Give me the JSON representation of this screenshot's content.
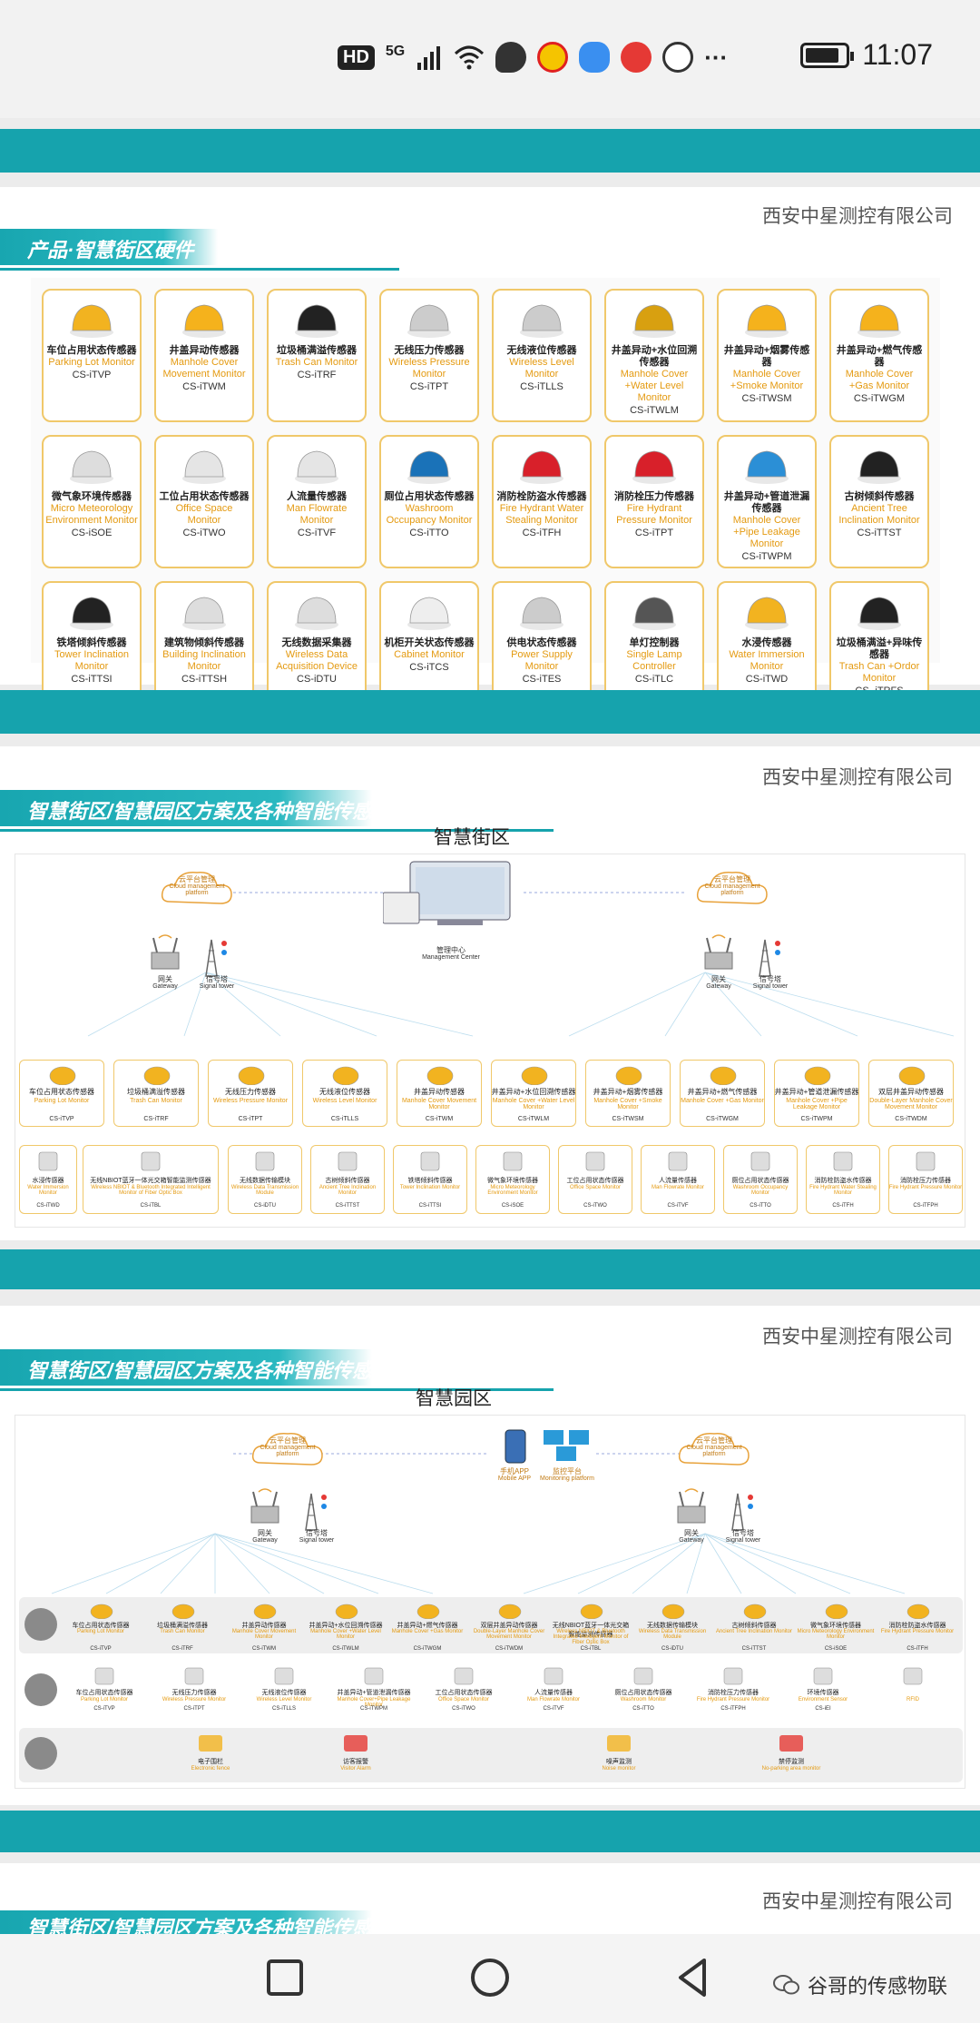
{
  "status_bar": {
    "hd": "HD",
    "net": "5G",
    "time": "11:07",
    "more": "···"
  },
  "company_name": "西安中星测控有限公司",
  "slide1": {
    "ribbon": "产品·智慧街区硬件",
    "products": [
      {
        "cn": "车位占用状态传感器",
        "en": "Parking Lot Monitor",
        "code": "CS-iTVP",
        "color": "#f2b320"
      },
      {
        "cn": "井盖异动传感器",
        "en": "Manhole Cover Movement Monitor",
        "code": "CS-iTWM",
        "color": "#f5b21c"
      },
      {
        "cn": "垃圾桶满溢传感器",
        "en": "Trash Can Monitor",
        "code": "CS-iTRF",
        "color": "#222222"
      },
      {
        "cn": "无线压力传感器",
        "en": "Wireless Pressure Monitor",
        "code": "CS-iTPT",
        "color": "#cccccc"
      },
      {
        "cn": "无线液位传感器",
        "en": "Wireless Level Monitor",
        "code": "CS-iTLLS",
        "color": "#cccccc"
      },
      {
        "cn": "井盖异动+水位回溯传感器",
        "en": "Manhole Cover +Water Level Monitor",
        "code": "CS-iTWLM",
        "color": "#d8a010"
      },
      {
        "cn": "井盖异动+烟雾传感器",
        "en": "Manhole Cover +Smoke Monitor",
        "code": "CS-iTWSM",
        "color": "#f5b21c"
      },
      {
        "cn": "井盖异动+燃气传感器",
        "en": "Manhole Cover +Gas Monitor",
        "code": "CS-iTWGM",
        "color": "#f5b21c"
      },
      {
        "cn": "微气象环境传感器",
        "en": "Micro Meteorology Environment Monitor",
        "code": "CS-iSOE",
        "color": "#dddddd"
      },
      {
        "cn": "工位占用状态传感器",
        "en": "Office Space Monitor",
        "code": "CS-iTWO",
        "color": "#e5e5e5"
      },
      {
        "cn": "人流量传感器",
        "en": "Man Flowrate Monitor",
        "code": "CS-iTVF",
        "color": "#e5e5e5"
      },
      {
        "cn": "厕位占用状态传感器",
        "en": "Washroom Occupancy Monitor",
        "code": "CS-iTTO",
        "color": "#1a72b8"
      },
      {
        "cn": "消防栓防盗水传感器",
        "en": "Fire Hydrant Water Stealing Monitor",
        "code": "CS-iTFH",
        "color": "#d8202a"
      },
      {
        "cn": "消防栓压力传感器",
        "en": "Fire Hydrant Pressure Monitor",
        "code": "CS-iTPT",
        "color": "#d8202a"
      },
      {
        "cn": "井盖异动+管道泄漏传感器",
        "en": "Manhole Cover +Pipe Leakage Monitor",
        "code": "CS-iTWPM",
        "color": "#2b8fd6"
      },
      {
        "cn": "古树倾斜传感器",
        "en": "Ancient Tree Inclination Monitor",
        "code": "CS-iTTST",
        "color": "#222222"
      },
      {
        "cn": "铁塔倾斜传感器",
        "en": "Tower Inclination Monitor",
        "code": "CS-iTTSI",
        "color": "#222222"
      },
      {
        "cn": "建筑物倾斜传感器",
        "en": "Building Inclination Monitor",
        "code": "CS-iTTSH",
        "color": "#dddddd"
      },
      {
        "cn": "无线数据采集器",
        "en": "Wireless Data Acquisition Device",
        "code": "CS-iDTU",
        "color": "#dddddd"
      },
      {
        "cn": "机柜开关状态传感器",
        "en": "Cabinet Monitor",
        "code": "CS-iTCS",
        "color": "#eeeeee"
      },
      {
        "cn": "供电状态传感器",
        "en": "Power Supply Monitor",
        "code": "CS-iTES",
        "color": "#cccccc"
      },
      {
        "cn": "单灯控制器",
        "en": "Single Lamp Controller",
        "code": "CS-iTLC",
        "color": "#555555"
      },
      {
        "cn": "水浸传感器",
        "en": "Water Immersion Monitor",
        "code": "CS-iTWD",
        "color": "#f2b320"
      },
      {
        "cn": "垃圾桶满溢+异味传感器",
        "en": "Trash Can +Ordor Monitor",
        "code": "CS- iTRFS",
        "color": "#222222"
      }
    ]
  },
  "slide2": {
    "ribbon": "智慧街区/智慧园区方案及各种智能传感器",
    "title": "智慧街区",
    "cloud_cn": "云平台管理",
    "cloud_en": "Cloud management platform",
    "center_cn": "管理中心",
    "center_en": "Management Center",
    "gateway_cn": "网关",
    "gateway_en": "Gateway",
    "tower_cn": "信号塔",
    "tower_en": "Signal tower",
    "row1": [
      {
        "cn": "车位占用状态传感器",
        "en": "Parking Lot Monitor",
        "code": "CS-iTVP"
      },
      {
        "cn": "垃圾桶满溢传感器",
        "en": "Trash Can Monitor",
        "code": "CS-iTRF"
      },
      {
        "cn": "无线压力传感器",
        "en": "Wireless Pressure Monitor",
        "code": "CS-iTPT"
      },
      {
        "cn": "无线液位传感器",
        "en": "Wireless Level Monitor",
        "code": "CS-iTLLS"
      },
      {
        "cn": "井盖异动传感器",
        "en": "Manhole Cover Movement Monitor",
        "code": "CS-iTWM"
      },
      {
        "cn": "井盖异动+水位回溯传感器",
        "en": "Manhole Cover +Water Level Monitor",
        "code": "CS-iTWLM"
      },
      {
        "cn": "井盖异动+烟雾传感器",
        "en": "Manhole Cover +Smoke Monitor",
        "code": "CS-iTWSM"
      },
      {
        "cn": "井盖异动+燃气传感器",
        "en": "Manhole Cover +Gas Monitor",
        "code": "CS-iTWGM"
      },
      {
        "cn": "井盖异动+管道泄漏传感器",
        "en": "Manhole Cover +Pipe Leakage Monitor",
        "code": "CS-iTWPM"
      },
      {
        "cn": "双层井盖异动传感器",
        "en": "Double-Layer Manhole Cover Movement Monitor",
        "code": "CS-iTWDM"
      }
    ],
    "row2": [
      {
        "cn": "水浸传感器",
        "en": "Water Immersion Monitor",
        "code": "CS-iTWD"
      },
      {
        "cn": "无线NBIOT蓝牙一体光交箱智能监测传感器",
        "en": "Wireless NBIOT & Bluetooth Integrated Intelligent Monitor of Fiber Optic Box",
        "code": "CS-iTBL"
      },
      {
        "cn": "无线数据传输模块",
        "en": "Wireless Data Transmission Module",
        "code": "CS-iDTU"
      },
      {
        "cn": "古树倾斜传感器",
        "en": "Ancient Tree Inclination Monitor",
        "code": "CS-iTTST"
      },
      {
        "cn": "铁塔倾斜传感器",
        "en": "Tower Inclination Monitor",
        "code": "CS-iTTSI"
      },
      {
        "cn": "微气象环境传感器",
        "en": "Micro Meteorology Environment Monitor",
        "code": "CS-iSOE"
      },
      {
        "cn": "工位占用状态传感器",
        "en": "Office Space Monitor",
        "code": "CS-iTWO"
      },
      {
        "cn": "人流量传感器",
        "en": "Man Flowrate Monitor",
        "code": "CS-iTVF"
      },
      {
        "cn": "厕位占用状态传感器",
        "en": "Washroom Occupancy Monitor",
        "code": "CS-iTTO"
      },
      {
        "cn": "消防栓防盗水传感器",
        "en": "Fire Hydrant Water Stealing Monitor",
        "code": "CS-iTFH"
      },
      {
        "cn": "消防栓压力传感器",
        "en": "Fire Hydrant Pressure Monitor",
        "code": "CS-iTFPH"
      }
    ]
  },
  "slide3": {
    "ribbon": "智慧街区/智慧园区方案及各种智能传感器",
    "title": "智慧园区",
    "cloud_cn": "云平台管理",
    "cloud_en": "Cloud management platform",
    "app_cn": "手机APP",
    "app_en": "Mobile APP",
    "monitor_cn": "监控平台",
    "monitor_en": "Monitoring platform",
    "gateway_cn": "网关",
    "gateway_en": "Gateway",
    "tower_cn": "信号塔",
    "tower_en": "Signal tower",
    "row1": [
      {
        "cn": "车位占用状态传感器",
        "en": "Parking Lot Monitor",
        "code": "CS-iTVP"
      },
      {
        "cn": "垃圾桶满溢传感器",
        "en": "Trash Can Monitor",
        "code": "CS-iTRF"
      },
      {
        "cn": "井盖异动传感器",
        "en": "Manhole Cover Movement Monitor",
        "code": "CS-iTWM"
      },
      {
        "cn": "井盖异动+水位回溯传感器",
        "en": "Manhole Cover +Water Level Monitor",
        "code": "CS-iTWLM"
      },
      {
        "cn": "井盖异动+燃气传感器",
        "en": "Manhole Cover +Gas Monitor",
        "code": "CS-iTWGM"
      },
      {
        "cn": "双层井盖异动传感器",
        "en": "Double-Layer Manhole Cover Movement Monitor",
        "code": "CS-iTWDM"
      },
      {
        "cn": "无线NBIOT蓝牙一体光交箱智能监测传感器",
        "en": "Wireless NBIOT & Bluetooth Integrated Intelligent Monitor of Fiber Optic Box",
        "code": "CS-iTBL"
      },
      {
        "cn": "无线数据传输模块",
        "en": "Wireless Data Transmission Module",
        "code": "CS-iDTU"
      },
      {
        "cn": "古树倾斜传感器",
        "en": "Ancient Tree Inclination Monitor",
        "code": "CS-iTTST"
      },
      {
        "cn": "微气象环境传感器",
        "en": "Micro Meteorology Environment Monitor",
        "code": "CS-iSOE"
      },
      {
        "cn": "消防栓防盗水传感器",
        "en": "Fire Hydrant Pressure Monitor",
        "code": "CS-iTFH"
      }
    ],
    "row2": [
      {
        "cn": "车位占用状态传感器",
        "en": "Parking Lot Monitor",
        "code": "CS-iTVP"
      },
      {
        "cn": "无线压力传感器",
        "en": "Wireless Pressure Monitor",
        "code": "CS-iTPT"
      },
      {
        "cn": "无线液位传感器",
        "en": "Wireless Level Monitor",
        "code": "CS-iTLLS"
      },
      {
        "cn": "井盖异动+管道泄漏传感器",
        "en": "Manhole Cover+Pipe Leakage Monitor",
        "code": "CS-iTWPM"
      },
      {
        "cn": "工位占用状态传感器",
        "en": "Office Space Monitor",
        "code": "CS-iTWO"
      },
      {
        "cn": "人流量传感器",
        "en": "Man Flowrate Monitor",
        "code": "CS-iTVF"
      },
      {
        "cn": "厕位占用状态传感器",
        "en": "Washroom Monitor",
        "code": "CS-iTTO"
      },
      {
        "cn": "消防栓压力传感器",
        "en": "Fire Hydrant Pressure Monitor",
        "code": "CS-iTFPH"
      },
      {
        "cn": "环境传感器",
        "en": "Environment Sensor",
        "code": "CS-iEI"
      },
      {
        "cn": "",
        "en": "RFID",
        "code": ""
      }
    ],
    "row3": [
      {
        "cn": "电子围栏",
        "en": "Electronic fence"
      },
      {
        "cn": "访客报警",
        "en": "Visitor Alarm"
      },
      {
        "cn": "噪声监测",
        "en": "Noise monitor"
      },
      {
        "cn": "禁停监测",
        "en": "No-parking area monitor"
      }
    ]
  },
  "footer_partial": "智慧街区/智慧园区方案及各种智能传感器",
  "watermark": "谷哥的传感物联"
}
